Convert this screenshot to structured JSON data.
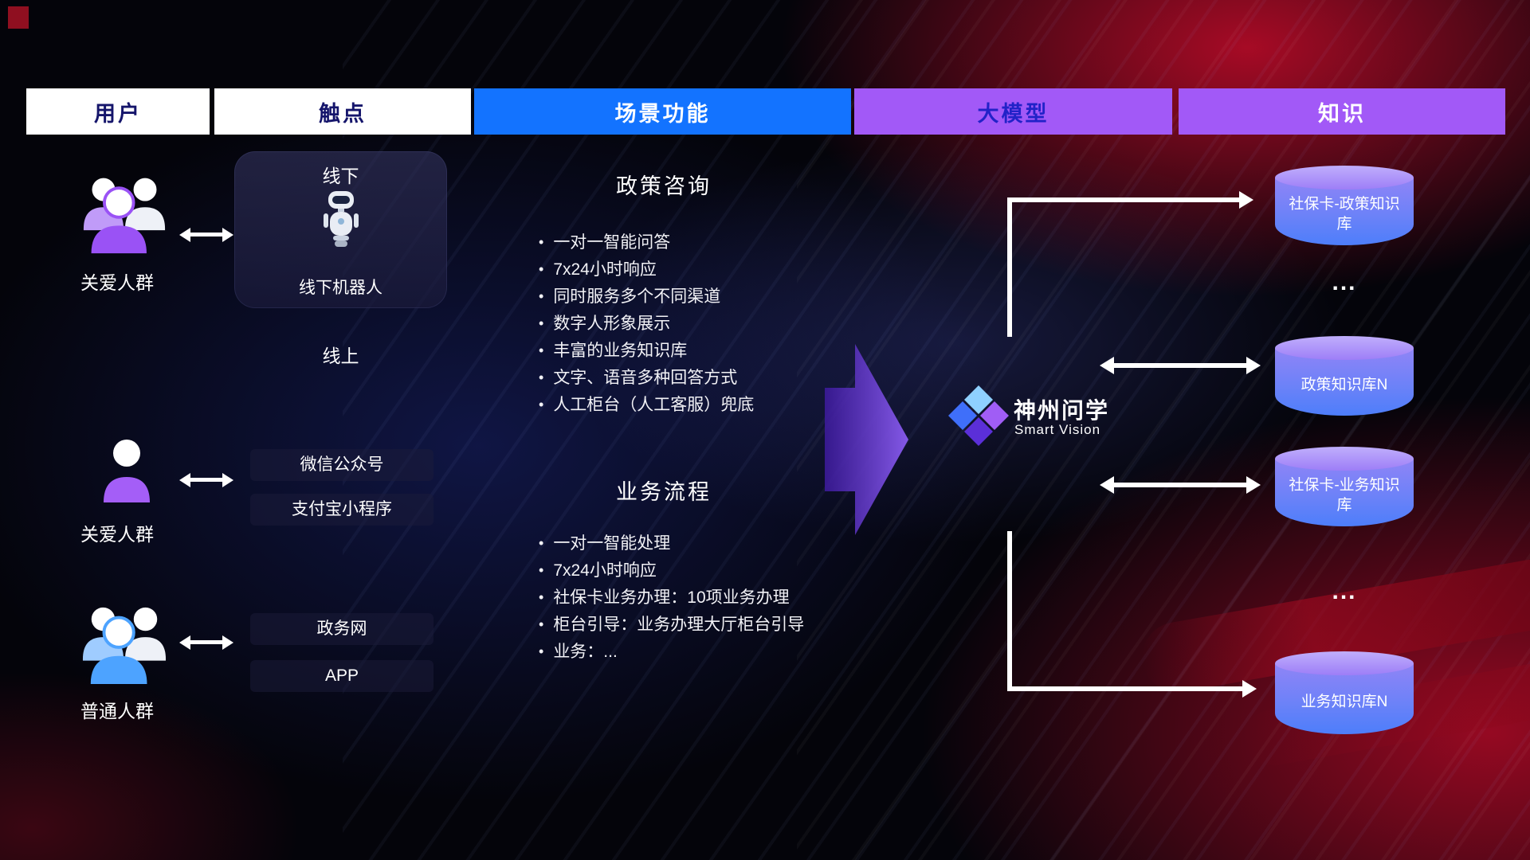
{
  "colors": {
    "accent_blue": "#1373ff",
    "accent_purple": "#a259f7",
    "header_text_dark": "#15156b",
    "arrow_white": "#ffffff",
    "cylinder_top": "#c0aefc",
    "cylinder_body_top": "#9084f6",
    "cylinder_body_bottom": "#4d7efa",
    "background_red": "#b00c2a",
    "background_navy": "#18226e"
  },
  "header": {
    "columns": [
      {
        "label": "用户"
      },
      {
        "label": "触点"
      },
      {
        "label": "场景功能"
      },
      {
        "label": "大模型"
      },
      {
        "label": "知识"
      }
    ]
  },
  "users": {
    "groups": [
      {
        "label": "关爱人群",
        "icon": "group-people-purple-icon"
      },
      {
        "label": "关爱人群",
        "icon": "person-purple-icon"
      },
      {
        "label": "普通人群",
        "icon": "group-people-blue-icon"
      }
    ]
  },
  "touchpoints": {
    "offline": {
      "title": "线下",
      "robot_label": "线下机器人",
      "robot_icon": "robot-icon"
    },
    "online_label": "线上",
    "online_items": [
      {
        "label": "微信公众号"
      },
      {
        "label": "支付宝小程序"
      },
      {
        "label": "政务网"
      },
      {
        "label": "APP"
      }
    ]
  },
  "scene": {
    "sections": [
      {
        "title": "政策咨询",
        "bullets": [
          "一对一智能问答",
          "7x24小时响应",
          "同时服务多个不同渠道",
          "数字人形象展示",
          "丰富的业务知识库",
          "文字、语音多种回答方式",
          "人工柜台（人工客服）兜底"
        ]
      },
      {
        "title": "业务流程",
        "bullets": [
          "一对一智能处理",
          "7x24小时响应",
          "社保卡业务办理：10项业务办理",
          "柜台引导：业务办理大厅柜台引导",
          "业务：..."
        ]
      }
    ]
  },
  "model": {
    "brand": "神州问学",
    "brand_sub": "Smart Vision",
    "logo_icon": "diamond-logo-icon"
  },
  "knowledge": {
    "ellipsis": "...",
    "cylinders": [
      {
        "label": "社保卡-政策知识库"
      },
      {
        "label": "政策知识库N"
      },
      {
        "label": "社保卡-业务知识库"
      },
      {
        "label": "业务知识库N"
      }
    ]
  }
}
